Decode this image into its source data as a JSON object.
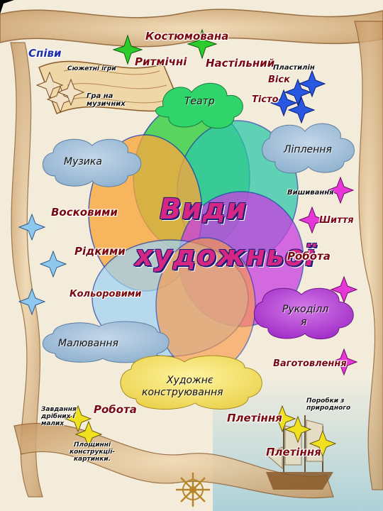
{
  "title": {
    "line1": "Види",
    "line2": "художньої"
  },
  "theatre_branch": {
    "top_label": "Костюмована",
    "left_label": "Ритмічні",
    "right_label": "Настільний",
    "songs": "Співи",
    "game_plot": "Сюжетні ігри",
    "game_music": "Гра на музичних",
    "puppet": "Пластилін",
    "wax": "Віск",
    "dough": "Тісто"
  },
  "drawing_branch": {
    "wax_crayons": "Восковими",
    "liquid": "Рідкими",
    "colored": "Кольоровими"
  },
  "craft_branch": {
    "embroidery": "Вишивання",
    "sewing": "Шиття",
    "work": "Робота",
    "weaving": "Ваготовлення"
  },
  "construct_branch": {
    "tasks": "Завдання дрібних і малих",
    "work": "Робота",
    "weaving": "Плетіння",
    "handmade": "Поробки з природного",
    "plaiting": "Плетіння",
    "planar": "Площинні конструкції-картинки."
  },
  "clouds": {
    "theatre": "Театр",
    "modeling": "Ліплення",
    "music": "Музика",
    "needlework_1": "Рукоділл",
    "needlework_2": "я",
    "drawing": "Малювання",
    "construct_1": "Художнє",
    "construct_2": "конструювання"
  }
}
